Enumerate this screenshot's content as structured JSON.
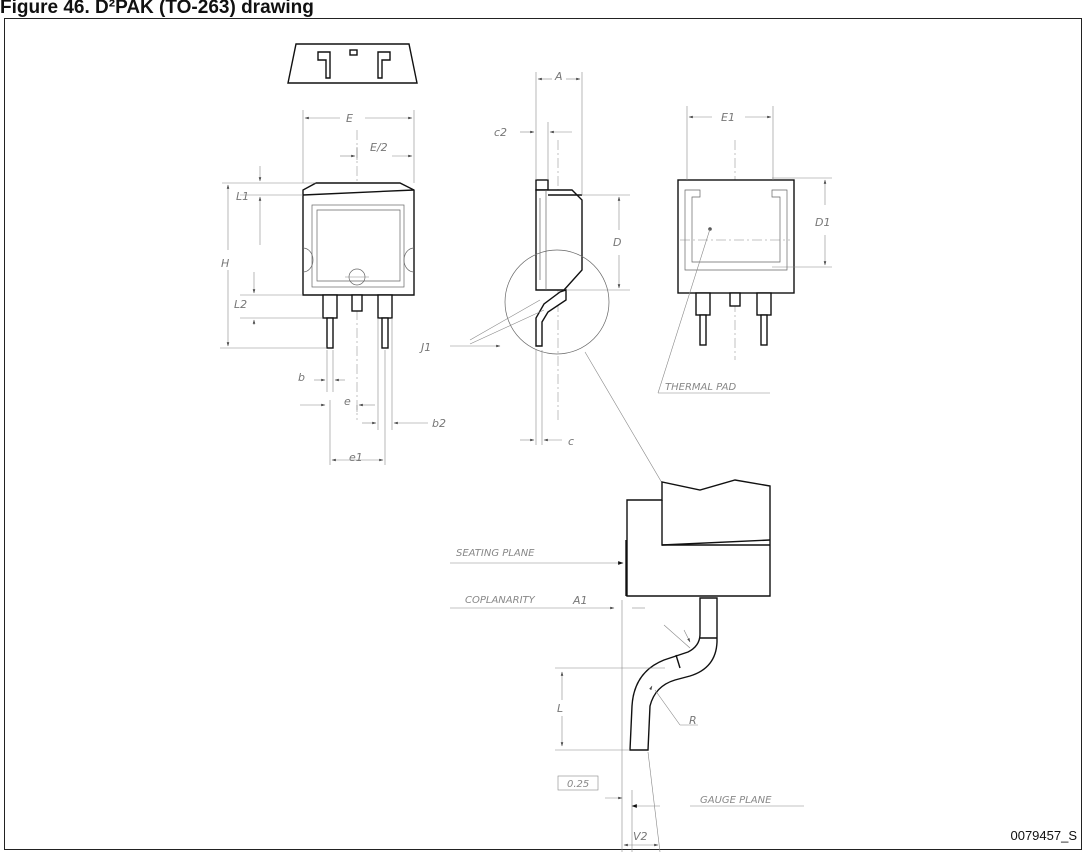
{
  "caption": "Figure 46. D²PAK (TO-263) drawing",
  "labels": {
    "A": "A",
    "E": "E",
    "E_half": "E/2",
    "E1": "E1",
    "c2": "c2",
    "L1": "L1",
    "H": "H",
    "L2": "L2",
    "D": "D",
    "D1": "D1",
    "J1": "J1",
    "b": "b",
    "e": "e",
    "b2": "b2",
    "e1": "e1",
    "c": "c",
    "thermal_pad": "THERMAL PAD",
    "seating_plane": "SEATING PLANE",
    "coplanarity": "COPLANARITY",
    "A1": "A1",
    "L": "L",
    "R": "R",
    "gauge_value": "0.25",
    "gauge_plane": "GAUGE PLANE",
    "V2": "V2"
  },
  "drawing_ref": "0079457_S",
  "colors": {
    "outline": "#111111",
    "dimension": "#777777"
  }
}
